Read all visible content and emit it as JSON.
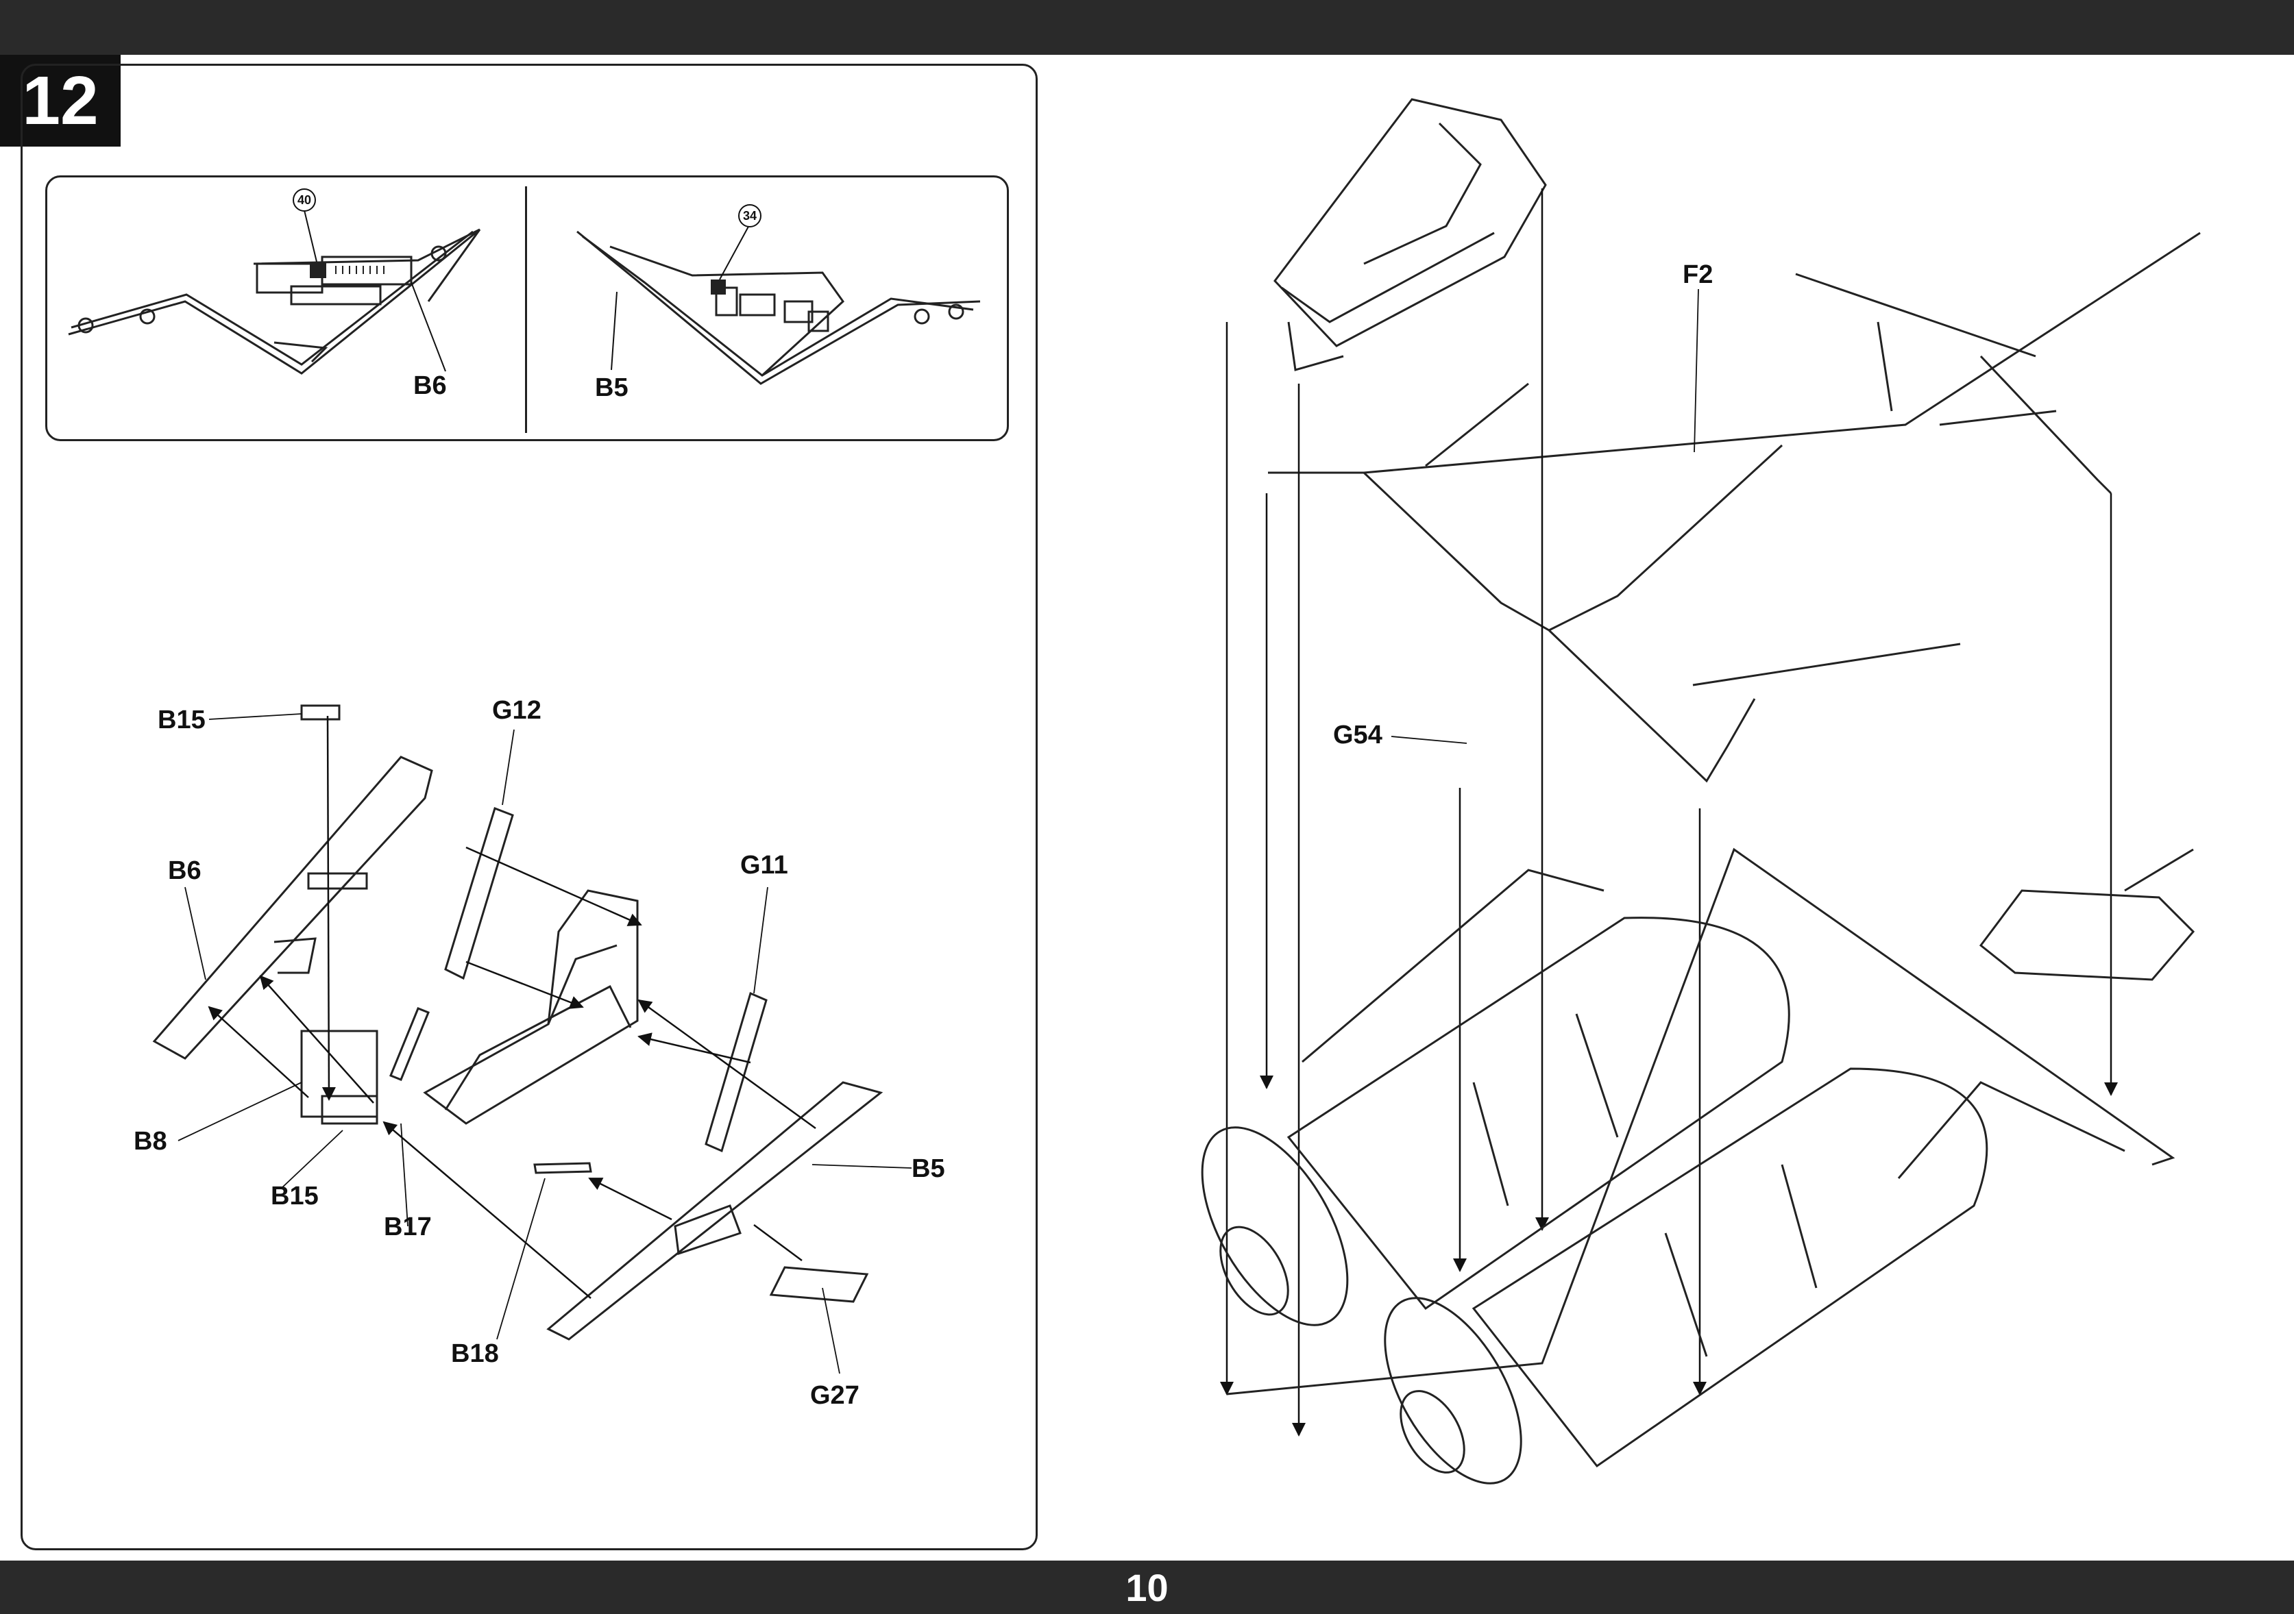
{
  "page": {
    "number": "10"
  },
  "step": {
    "number": "12"
  },
  "subassembly": {
    "left": {
      "callout": "40",
      "part": "B6"
    },
    "right": {
      "callout": "34",
      "part": "B5"
    }
  },
  "seat_labels": {
    "b15_top": "B15",
    "g12": "G12",
    "b6": "B6",
    "g11": "G11",
    "b8": "B8",
    "b15_bottom": "B15",
    "b17": "B17",
    "b5": "B5",
    "b18": "B18",
    "g27": "G27"
  },
  "main_labels": {
    "f2": "F2",
    "g54": "G54"
  }
}
